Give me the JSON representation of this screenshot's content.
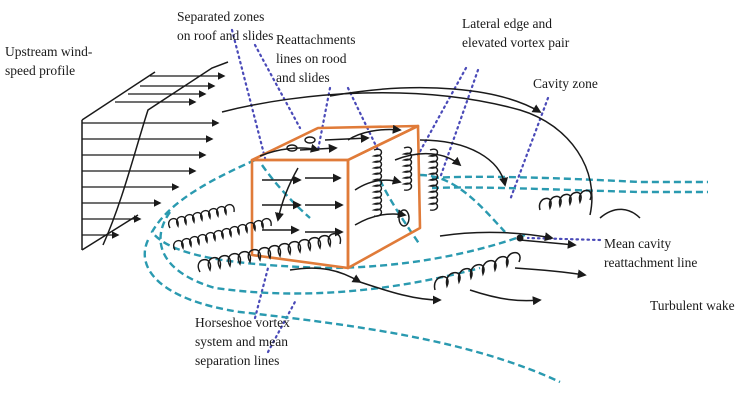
{
  "labels": {
    "upstream": "Upstream wind-\nspeed profile",
    "separated": "Separated zones\non roof and slides",
    "reattach": "Reattachments\nlines on rood\nand slides",
    "lateral": "Lateral edge and\nelevated vortex pair",
    "cavity": "Cavity zone",
    "mean_cavity": "Mean cavity\nreattachment line",
    "wake": "Turbulent wake",
    "horseshoe": "Horseshoe vortex\nsystem and mean\nseparation lines"
  },
  "colors": {
    "ink": "#1a1a1a",
    "building": "#e07b39",
    "teal": "#2a9ab0",
    "leader": "#4a4ab8"
  }
}
